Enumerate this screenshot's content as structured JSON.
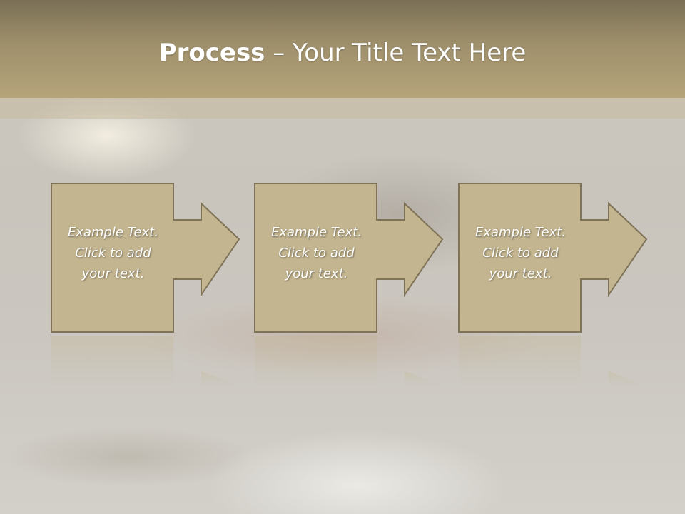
{
  "slide": {
    "title_bold": "Process",
    "title_rest": " – Your Title Text Here"
  },
  "steps": [
    {
      "line1": "Example Text.",
      "line2": "Click  to add",
      "line3": "your text."
    },
    {
      "line1": "Example Text.",
      "line2": "Click  to add",
      "line3": "your text."
    },
    {
      "line1": "Example Text.",
      "line2": "Click  to add",
      "line3": "your text."
    }
  ],
  "colors": {
    "header_top": "#7a6f55",
    "header_bottom": "#b5a47a",
    "shape_fill": "#c3b58f",
    "shape_border": "#7e7257",
    "text": "#ffffff"
  }
}
